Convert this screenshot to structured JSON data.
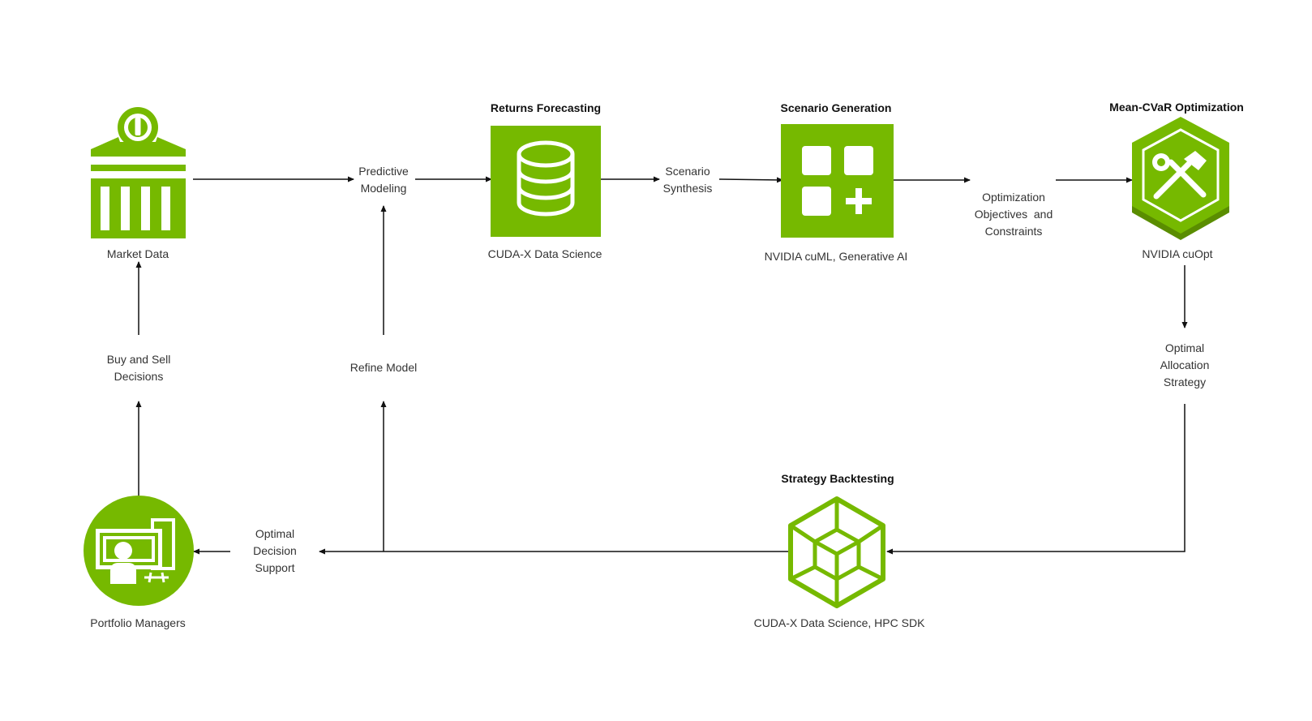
{
  "colors": {
    "accent": "#76b900",
    "accent_light": "#9ad13a",
    "accent_dark": "#5a8d00",
    "line": "#111111",
    "text": "#333333"
  },
  "nodes": {
    "market_data": {
      "label": "Market Data",
      "icon": "bank-icon"
    },
    "returns_forecasting": {
      "title": "Returns Forecasting",
      "label": "CUDA-X Data Science",
      "icon": "database-icon"
    },
    "scenario_generation": {
      "title": "Scenario Generation",
      "label": "NVIDIA cuML, Generative AI",
      "icon": "grid-plus-icon"
    },
    "optimization": {
      "title": "Mean-CVaR Optimization",
      "label": "NVIDIA cuOpt",
      "icon": "tools-hexagon-icon"
    },
    "backtesting": {
      "title": "Strategy Backtesting",
      "label": "CUDA-X Data Science, HPC SDK",
      "icon": "cube-hexagon-icon"
    },
    "portfolio_managers": {
      "label": "Portfolio Managers",
      "icon": "presenter-icon"
    }
  },
  "edge_labels": {
    "predictive_modeling": [
      "Predictive",
      "Modeling"
    ],
    "scenario_synthesis": [
      "Scenario",
      "Synthesis"
    ],
    "optimization_objectives": [
      "Optimization",
      "Objectives  and",
      "Constraints"
    ],
    "optimal_allocation": [
      "Optimal",
      "Allocation",
      "Strategy"
    ],
    "optimal_decision": [
      "Optimal",
      "Decision",
      "Support"
    ],
    "refine_model": [
      "Refine Model"
    ],
    "buy_sell": [
      "Buy and Sell",
      "Decisions"
    ]
  }
}
